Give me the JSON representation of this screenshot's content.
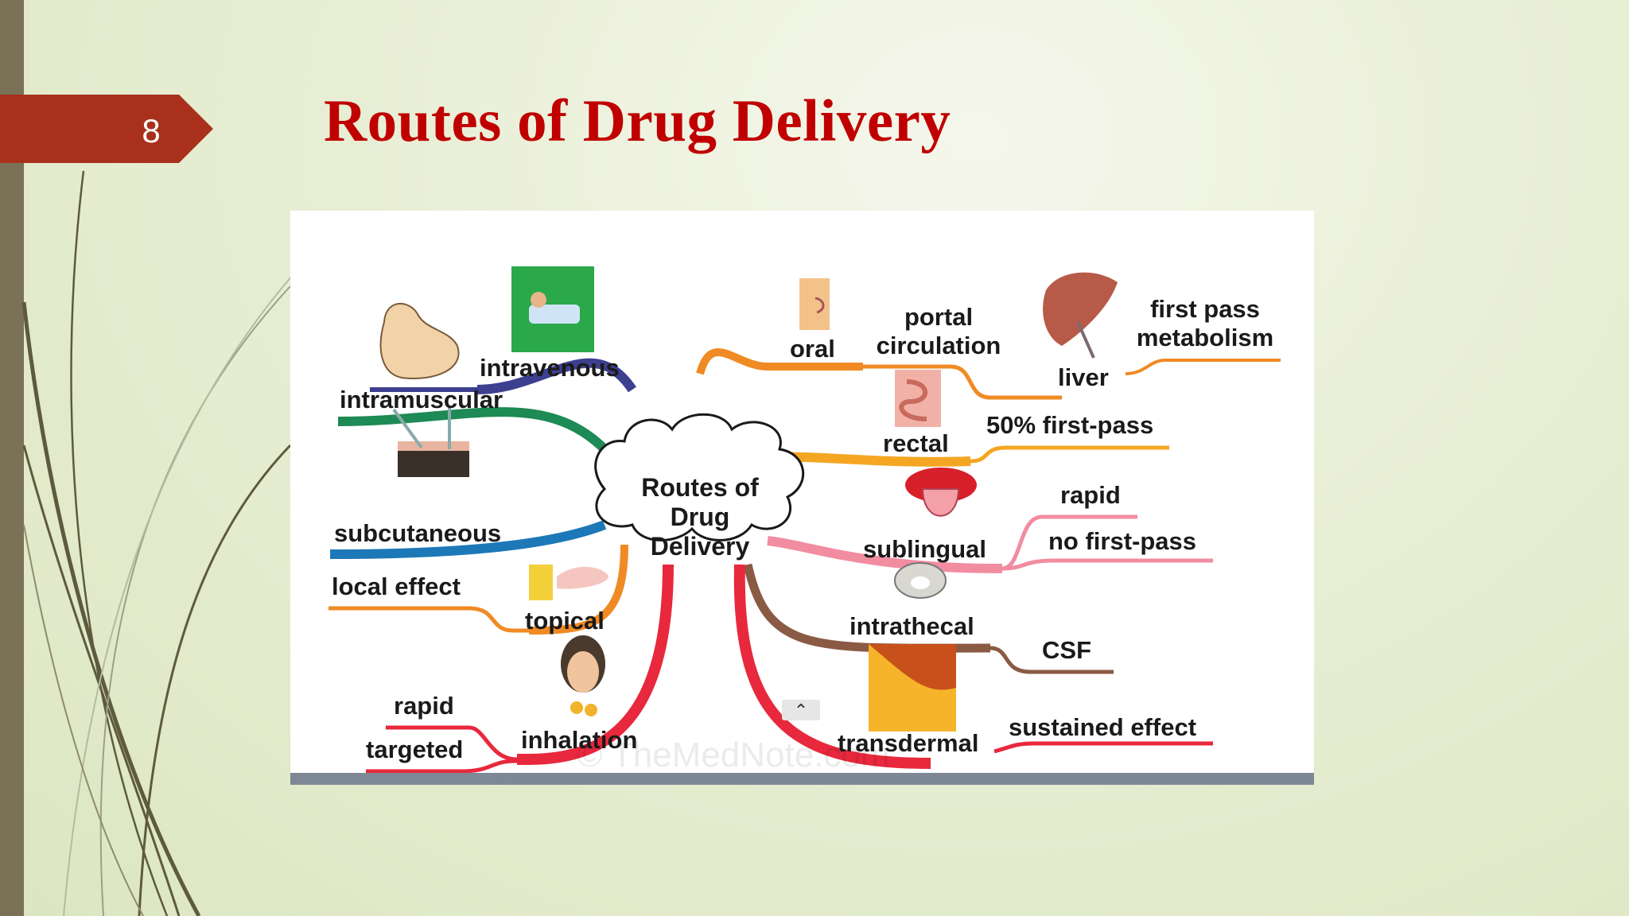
{
  "slide": {
    "number": "8",
    "title": "Routes of Drug Delivery",
    "accent_color": "#a8301c",
    "title_color": "#c00000"
  },
  "diagram": {
    "center": "Routes of\nDrug Delivery",
    "watermark": "© TheMedNote.com",
    "labels": {
      "intravenous": "intravenous",
      "intramuscular": "intramuscular",
      "subcutaneous": "subcutaneous",
      "local_effect": "local effect",
      "topical": "topical",
      "rapid_left": "rapid",
      "targeted": "targeted",
      "inhalation": "inhalation",
      "oral": "oral",
      "portal_circulation": "portal\ncirculation",
      "liver": "liver",
      "first_pass_metabolism": "first pass\nmetabolism",
      "rectal": "rectal",
      "fifty_first_pass": "50% first-pass",
      "rapid_right": "rapid",
      "no_first_pass": "no first-pass",
      "sublingual": "sublingual",
      "intrathecal": "intrathecal",
      "csf": "CSF",
      "transdermal": "transdermal",
      "sustained_effect": "sustained effect"
    },
    "branch_colors": {
      "intravenous": "#3d3f8f",
      "intramuscular": "#1e8a55",
      "subcutaneous": "#1d78b8",
      "topical": "#f08a24",
      "inhalation": "#e8283c",
      "oral": "#f08a24",
      "rectal": "#f4a623",
      "sublingual": "#f28ca0",
      "intrathecal": "#8b5a44",
      "transdermal": "#e8283c"
    },
    "scroll_icon": "chevron-up-icon"
  }
}
